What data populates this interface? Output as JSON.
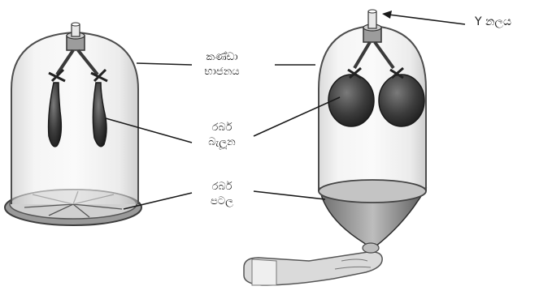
{
  "labels": {
    "bell_jar": [
      "කණ්ඩා",
      "භාජනය"
    ],
    "balloons": [
      "රබර්",
      "බැලූන"
    ],
    "diaphragm": [
      "රබර්",
      "පටල"
    ],
    "y_tube": "Y නලය"
  },
  "states": {
    "left": "deflated",
    "right": "inflated"
  },
  "colors": {
    "ink": "#1a1a1a",
    "glass_fill": "#e4e4e4",
    "glass_edge": "#5a5a5a",
    "balloon_dark": "#3a3a3a",
    "membrane": "#c9c9c9",
    "hand": "#d6d6d6"
  }
}
